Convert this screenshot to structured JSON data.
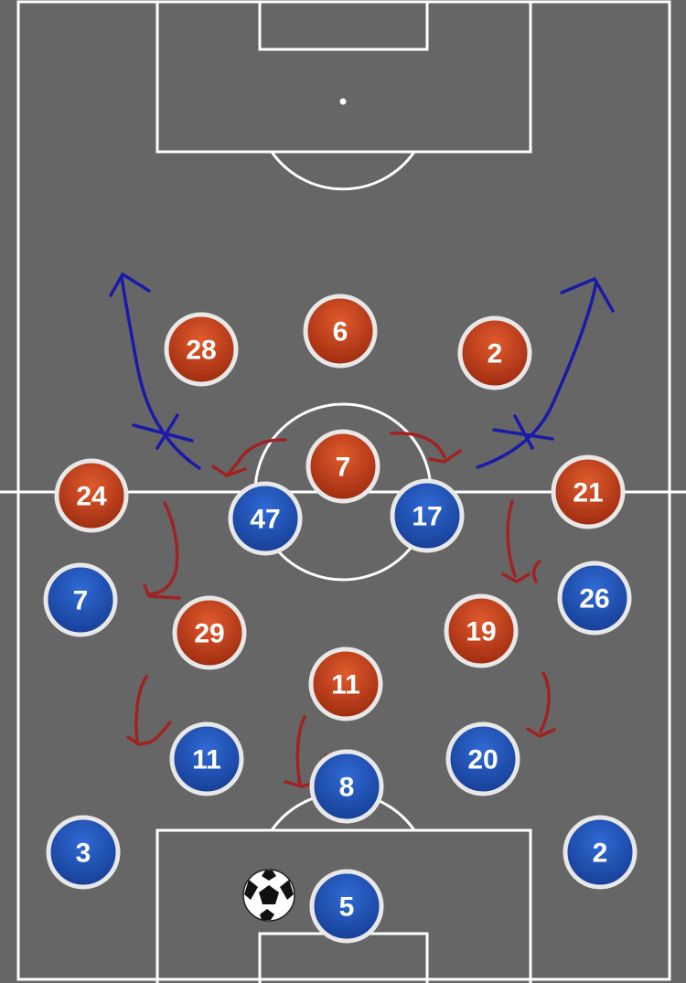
{
  "colors": {
    "pitch": "#666666",
    "lines": "#ffffff",
    "red_team": "#c0401c",
    "blue_team": "#1f4fb0",
    "red_arrow": "#a02222",
    "blue_arrow": "#1a1aa8"
  },
  "red_team": {
    "players": [
      {
        "number": "28"
      },
      {
        "number": "6"
      },
      {
        "number": "2"
      },
      {
        "number": "7"
      },
      {
        "number": "24"
      },
      {
        "number": "21"
      },
      {
        "number": "29"
      },
      {
        "number": "19"
      },
      {
        "number": "11"
      }
    ]
  },
  "blue_team": {
    "players": [
      {
        "number": "47"
      },
      {
        "number": "17"
      },
      {
        "number": "7"
      },
      {
        "number": "26"
      },
      {
        "number": "11"
      },
      {
        "number": "20"
      },
      {
        "number": "8"
      },
      {
        "number": "3"
      },
      {
        "number": "2"
      },
      {
        "number": "5"
      }
    ]
  },
  "ball": {
    "icon": "soccer-ball-icon"
  },
  "arrows": {
    "red_count": 7,
    "blue_count": 2
  }
}
